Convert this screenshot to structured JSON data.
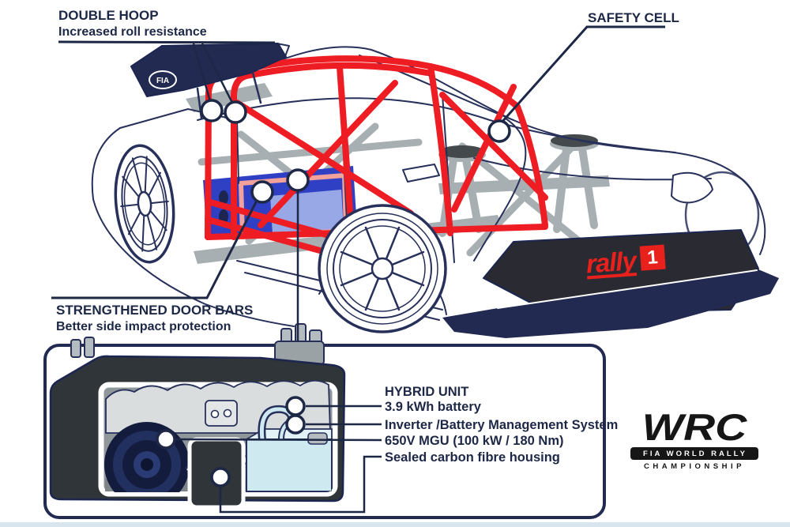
{
  "labels": {
    "double_hoop": {
      "title": "DOUBLE HOOP",
      "subtitle": "Increased roll resistance"
    },
    "safety_cell": {
      "title": "SAFETY CELL"
    },
    "door_bars": {
      "title": "STRENGTHENED DOOR BARS",
      "subtitle": "Better side impact protection"
    },
    "hybrid_unit": {
      "title": "HYBRID UNIT",
      "battery": "3.9 kWh battery",
      "inverter": "Inverter /Battery Management System",
      "mgu": "650V MGU (100 kW / 180 Nm)",
      "housing": "Sealed carbon fibre housing"
    }
  },
  "badges": {
    "wing_fia": "FIA",
    "rally_text": "rally",
    "rally_number": "1"
  },
  "wrc_logo": {
    "acronym": "WRC",
    "series": "FIA WORLD RALLY",
    "championship": "CHAMPIONSHIP"
  },
  "colors": {
    "label_navy": "#1d2746",
    "body_outline": "#27305a",
    "cage_red": "#ee1c23",
    "battery_blue": "#3040c4",
    "salmon_frame": "#f2a29b",
    "chassis_gray": "#a7afb3",
    "housing_dark": "#2f3538",
    "inverter_blue": "#cfe9f1",
    "mgu_navy": "#1b2550",
    "rally_red": "#e8211d",
    "logo_black": "#161616"
  }
}
